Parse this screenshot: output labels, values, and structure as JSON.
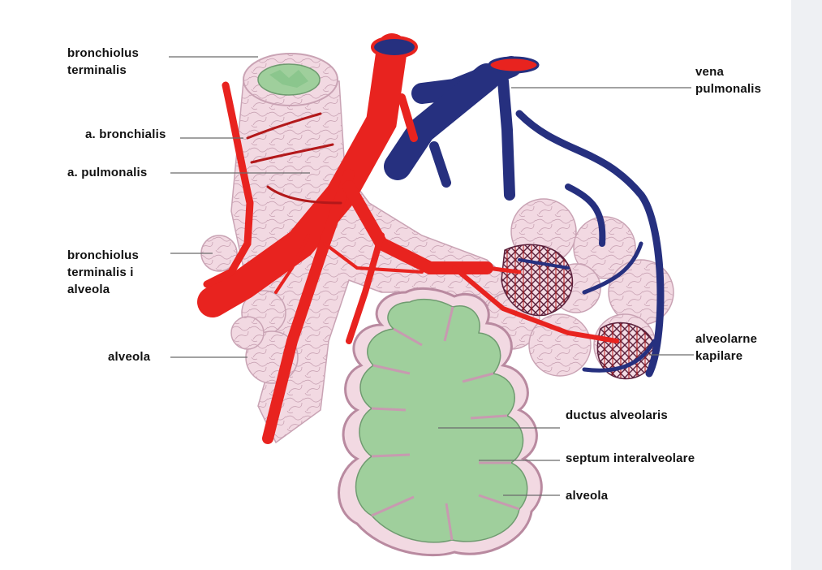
{
  "colors": {
    "background": "#ffffff",
    "right_edge_shade": "#eef0f3",
    "artery": "#e8231f",
    "artery_dark": "#b3181a",
    "vein": "#26307f",
    "vein_dark": "#1a215c",
    "alveolar_tissue": "#f2d9e2",
    "alveolar_tissue_stroke": "#c9a3b4",
    "alveolar_lumen": "#9fcf9c",
    "alveolar_lumen_stroke": "#6f9b70",
    "leader_line": "#6b6b6b",
    "label_text": "#111111"
  },
  "labels": {
    "bronchiolus_terminalis": [
      "bronchiolus",
      "terminalis"
    ],
    "a_bronchialis": [
      "a. bronchialis"
    ],
    "a_pulmonalis": [
      "a. pulmonalis"
    ],
    "bronchiolus_terminalis_i_alveola": [
      "bronchiolus",
      "terminalis i",
      "alveola"
    ],
    "alveola_left": [
      "alveola"
    ],
    "vena_pulmonalis": [
      "vena",
      "pulmonalis"
    ],
    "alveolarne_kapilare": [
      "alveolarne",
      "kapilare"
    ],
    "ductus_alveolaris": [
      "ductus alveolaris"
    ],
    "septum_interalveolare": [
      "septum interalveolare"
    ],
    "alveola_bottom": [
      "alveola"
    ]
  }
}
